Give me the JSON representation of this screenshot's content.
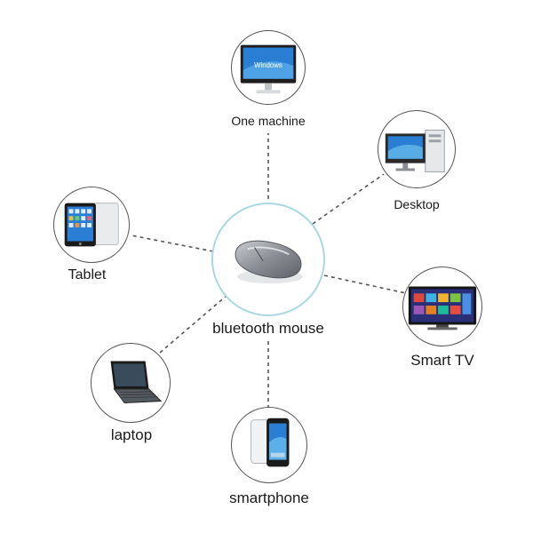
{
  "diagram": {
    "center": {
      "label": "bluetooth mouse",
      "icon": "wireless-mouse-icon"
    },
    "devices": [
      {
        "id": "one-machine",
        "label": "One machine",
        "icon": "all-in-one-pc-icon",
        "screen_text": "Windows"
      },
      {
        "id": "desktop",
        "label": "Desktop",
        "icon": "desktop-pc-icon"
      },
      {
        "id": "tablet",
        "label": "Tablet",
        "icon": "tablet-icon"
      },
      {
        "id": "smart-tv",
        "label": "Smart TV",
        "icon": "smart-tv-icon"
      },
      {
        "id": "laptop",
        "label": "laptop",
        "icon": "laptop-icon"
      },
      {
        "id": "smartphone",
        "label": "smartphone",
        "icon": "smartphone-icon"
      }
    ],
    "colors": {
      "line": "#555555",
      "center_ring": "#a9d8e0",
      "screen_blue": "#2a7fd4",
      "mouse_gray": "#8a8e94"
    }
  }
}
